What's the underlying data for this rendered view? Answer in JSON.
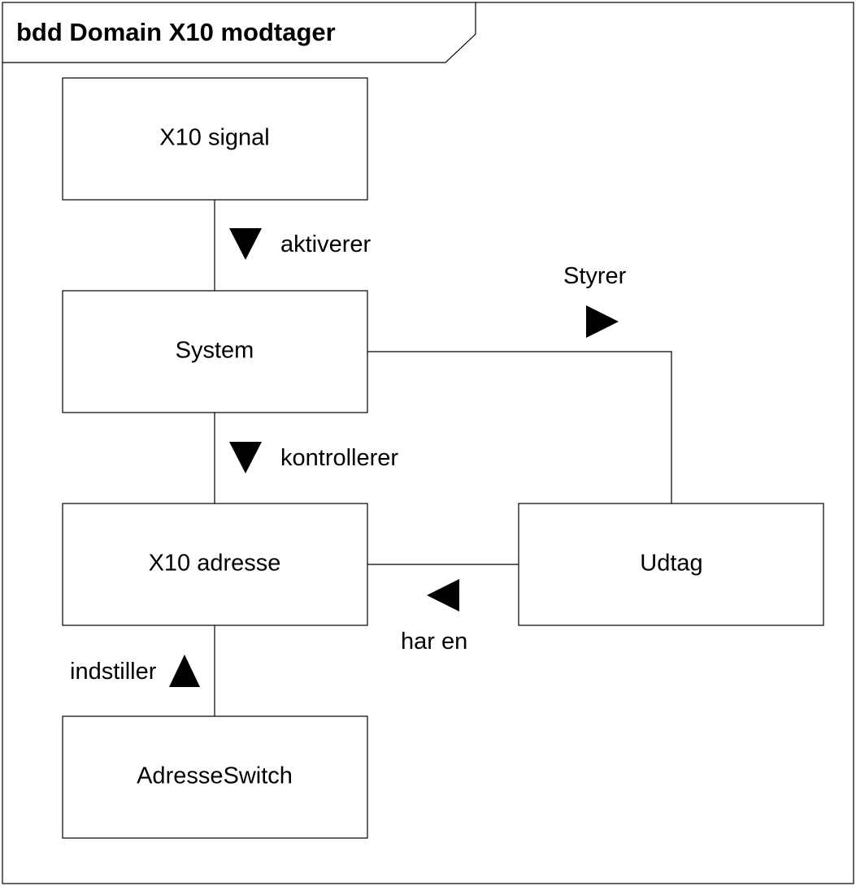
{
  "frame": {
    "title": "bdd Domain X10 modtager"
  },
  "blocks": {
    "x10_signal": "X10 signal",
    "system": "System",
    "x10_adresse": "X10 adresse",
    "udtag": "Udtag",
    "adresse_switch": "AdresseSwitch"
  },
  "associations": {
    "aktiverer": {
      "label": "aktiverer",
      "direction": "down"
    },
    "kontrollerer": {
      "label": "kontrollerer",
      "direction": "down"
    },
    "styrer": {
      "label": "Styrer",
      "direction": "right"
    },
    "har_en": {
      "label": "har en",
      "direction": "left"
    },
    "indstiller": {
      "label": "indstiller",
      "direction": "up"
    }
  },
  "colors": {
    "stroke": "#000000",
    "background": "#ffffff"
  }
}
